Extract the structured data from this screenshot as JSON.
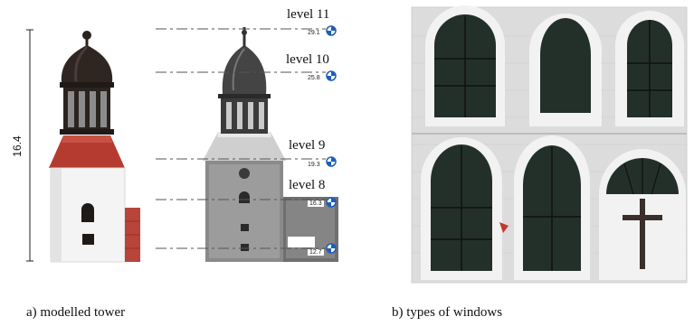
{
  "captions": {
    "left": "a) modelled tower",
    "right": "b) types of windows"
  },
  "dimension": {
    "height_label": "16.4"
  },
  "levels": [
    {
      "name": "level 11",
      "value": "29.1"
    },
    {
      "name": "level 10",
      "value": "25.8"
    },
    {
      "name": "level 9",
      "value": "19.3"
    },
    {
      "name": "level 8",
      "value": "16.3"
    },
    {
      "name": "",
      "value": "12.7"
    }
  ],
  "icons": {
    "level_marker": "level-marker-icon",
    "cross": "cross-icon"
  },
  "colors": {
    "roof_dark": "#2b2320",
    "roof_red": "#b53b30",
    "tower_white": "#f4f4f4",
    "photo_gray": "#9a9a9a",
    "wall_light": "#e6e6e6",
    "glass_dark": "#23302a",
    "marker_blue": "#1d5fb8"
  }
}
